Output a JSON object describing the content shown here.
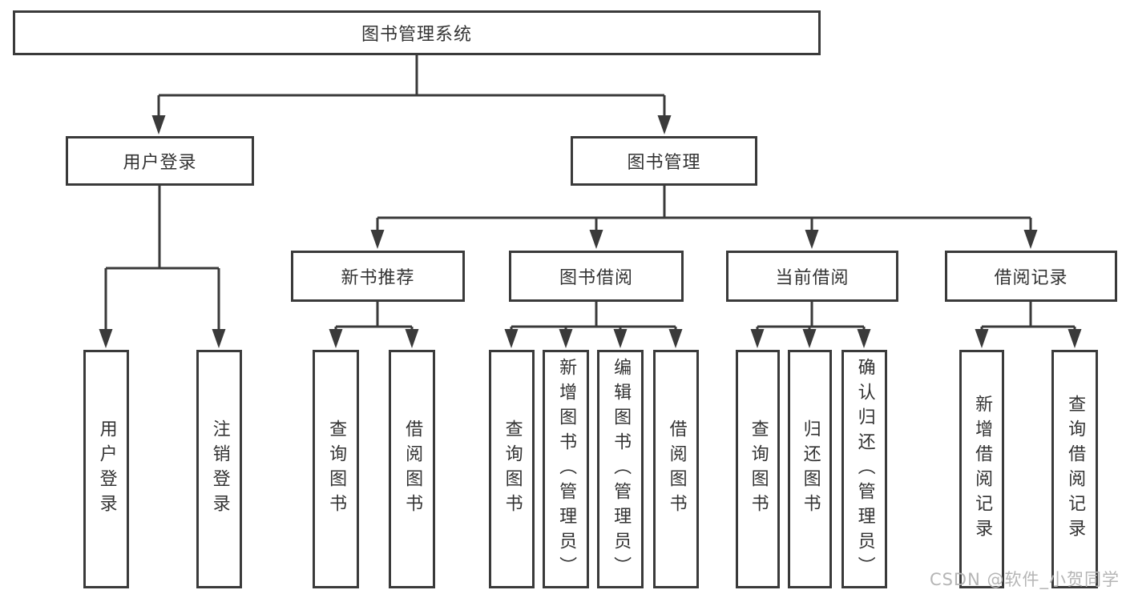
{
  "diagram_title": "图书管理系统",
  "watermark": "CSDN @软件_小贺同学",
  "colors": {
    "line": "#3a3a3a",
    "text": "#333333",
    "watermark": "#b5b5b5",
    "background": "#ffffff"
  },
  "nodes": {
    "root": "图书管理系统",
    "user_login": "用户登录",
    "book_management": "图书管理",
    "new_book_recommend": "新书推荐",
    "book_borrowing": "图书借阅",
    "current_borrowing": "当前借阅",
    "borrowing_records": "借阅记录",
    "login": "用户登录",
    "logout": "注销登录",
    "nb_query_books": "查询图书",
    "nb_borrow_books": "借阅图书",
    "bb_query_books": "查询图书",
    "bb_add_book_admin": "新增图书（管理员）",
    "bb_edit_book_admin": "编辑图书（管理员）",
    "bb_borrow_books": "借阅图书",
    "cb_query_books": "查询图书",
    "cb_return_book": "归还图书",
    "cb_confirm_return_admin": "确认归还（管理员）",
    "br_add_record": "新增借阅记录",
    "br_query_record": "查询借阅记录"
  }
}
